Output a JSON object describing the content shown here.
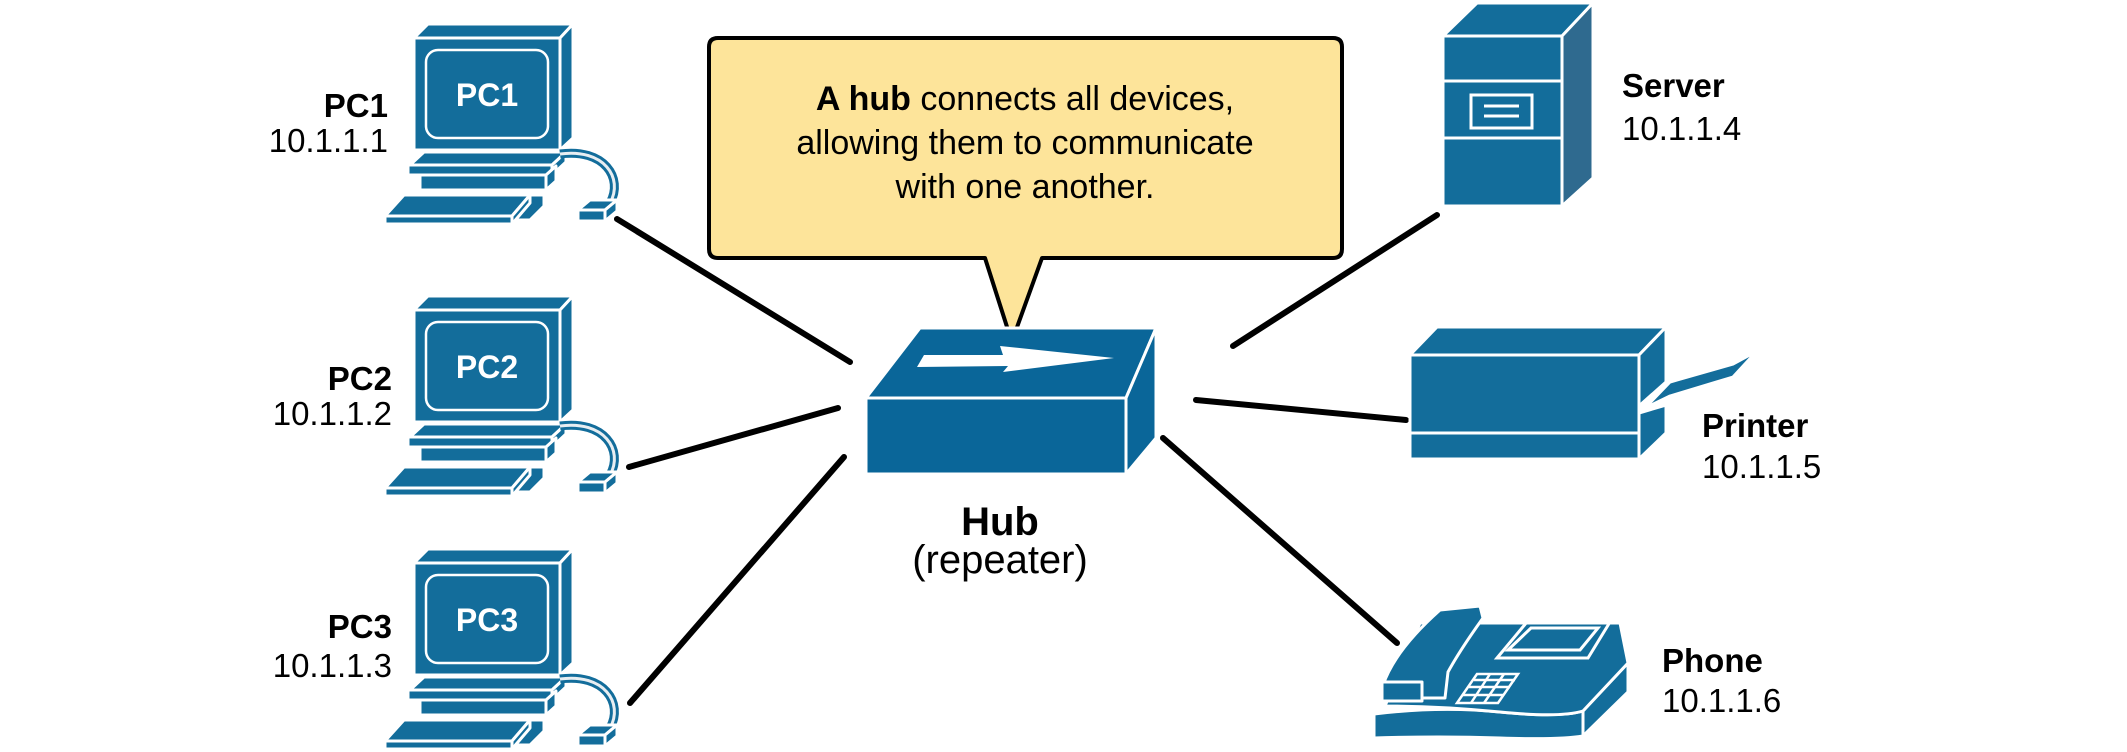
{
  "diagram": {
    "type": "network-topology",
    "callout": {
      "bold_text": "A hub",
      "line1_rest": " connects all devices,",
      "line2": "allowing them to communicate",
      "line3": "with one another.",
      "fill_color": "#fde49a"
    },
    "hub": {
      "name": "Hub",
      "subtitle": "(repeater)",
      "icon": "hub-arrow-icon",
      "color": "#0a6699"
    },
    "devices": [
      {
        "id": "pc1",
        "name": "PC1",
        "ip": "10.1.1.1",
        "screen_label": "PC1",
        "icon": "desktop-pc-icon"
      },
      {
        "id": "pc2",
        "name": "PC2",
        "ip": "10.1.1.2",
        "screen_label": "PC2",
        "icon": "desktop-pc-icon"
      },
      {
        "id": "pc3",
        "name": "PC3",
        "ip": "10.1.1.3",
        "screen_label": "PC3",
        "icon": "desktop-pc-icon"
      },
      {
        "id": "server",
        "name": "Server",
        "ip": "10.1.1.4",
        "icon": "server-tower-icon"
      },
      {
        "id": "printer",
        "name": "Printer",
        "ip": "10.1.1.5",
        "icon": "printer-icon"
      },
      {
        "id": "phone",
        "name": "Phone",
        "ip": "10.1.1.6",
        "icon": "ip-phone-icon"
      }
    ],
    "connections": [
      {
        "from": "pc1",
        "to": "hub"
      },
      {
        "from": "pc2",
        "to": "hub"
      },
      {
        "from": "pc3",
        "to": "hub"
      },
      {
        "from": "server",
        "to": "hub"
      },
      {
        "from": "printer",
        "to": "hub"
      },
      {
        "from": "phone",
        "to": "hub"
      }
    ],
    "colors": {
      "device_blue": "#136d9b",
      "device_side_dark": "#2f6a8f",
      "link": "#000000",
      "outline": "#ffffff"
    }
  }
}
